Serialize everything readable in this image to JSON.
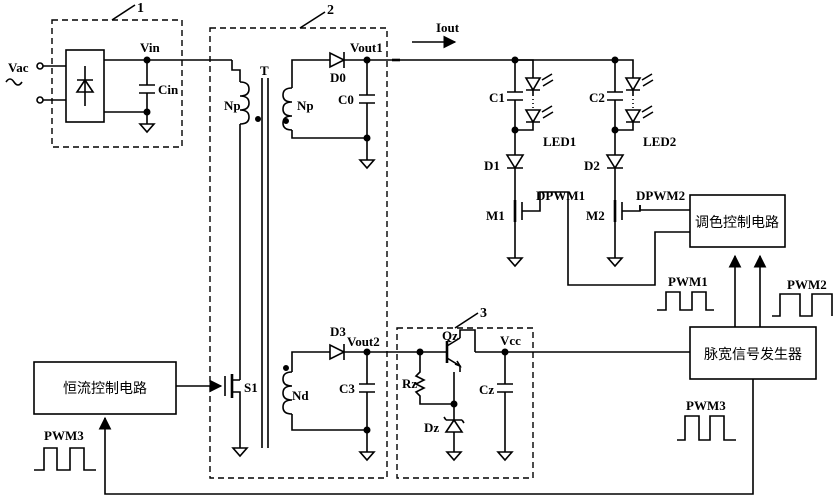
{
  "blocks": {
    "block1_label": "1",
    "block2_label": "2",
    "block3_label": "3",
    "cc_circuit": "恒流控制电路",
    "dim_circuit": "调色控制电路",
    "pwm_gen": "脉宽信号发生器"
  },
  "labels": {
    "vac": "Vac",
    "vin": "Vin",
    "cin": "Cin",
    "np_primary": "Np",
    "transformer": "T",
    "np_secondary": "Np",
    "nd": "Nd",
    "s1": "S1",
    "d0": "D0",
    "vout1": "Vout1",
    "c0": "C0",
    "iout": "Iout",
    "c1": "C1",
    "c2": "C2",
    "led1": "LED1",
    "led2": "LED2",
    "d1": "D1",
    "d2": "D2",
    "m1": "M1",
    "m2": "M2",
    "dpwm1": "DPWM1",
    "dpwm2": "DPWM2",
    "d3": "D3",
    "vout2": "Vout2",
    "c3": "C3",
    "qz": "Qz",
    "rz": "Rz",
    "dz": "Dz",
    "cz": "Cz",
    "vcc": "Vcc",
    "pwm1": "PWM1",
    "pwm2": "PWM2",
    "pwm3_right": "PWM3",
    "pwm3_left": "PWM3"
  }
}
